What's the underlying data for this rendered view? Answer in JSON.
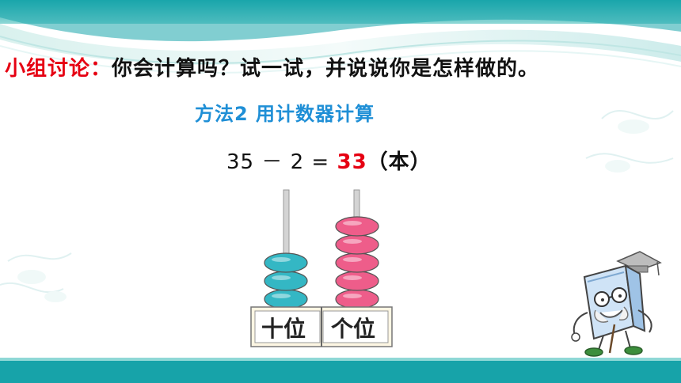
{
  "prompt": {
    "label": "小组讨论：",
    "question": "你会计算吗？试一试，并说说你是怎样做的。"
  },
  "method": {
    "title": "方法2  用计数器计算"
  },
  "equation": {
    "expression": "35 － 2 = ",
    "result": "33",
    "unit": "（本）"
  },
  "abacus": {
    "tens_label": "十位",
    "ones_label": "个位",
    "tens_beads": 3,
    "ones_beads": 5,
    "colors": {
      "tens": "#34b7c4",
      "ones": "#ee5d8a",
      "rod": "#cfcfcf",
      "base": "#fdf6e3"
    }
  },
  "colors": {
    "accent_red": "#e60012",
    "title_blue": "#1f8fd6",
    "banner": "#17a3a9"
  }
}
